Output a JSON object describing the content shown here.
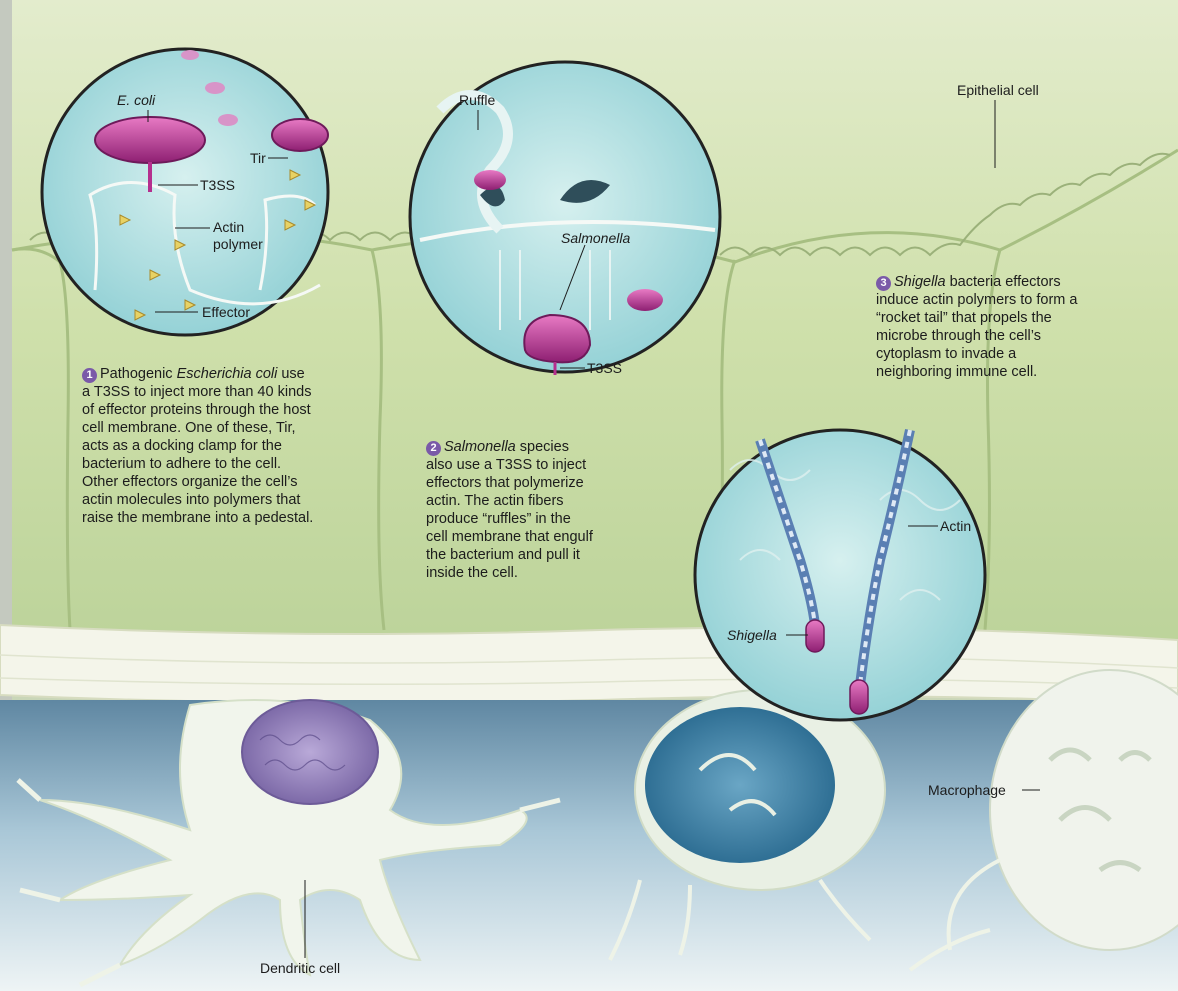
{
  "labels": {
    "ecoli": "E. coli",
    "tir": "Tir",
    "t3ss_1": "T3SS",
    "actin_polymer_line1": "Actin",
    "actin_polymer_line2": "polymer",
    "effector": "Effector",
    "ruffle": "Ruffle",
    "salmonella": "Salmonella",
    "t3ss_2": "T3SS",
    "epithelial_cell": "Epithelial cell",
    "actin": "Actin",
    "shigella": "Shigella",
    "macrophage": "Macrophage",
    "dendritic_cell": "Dendritic cell"
  },
  "steps": [
    {
      "number": "1",
      "italic_lead": "",
      "text_before_italic": "Pathogenic ",
      "italic_term": "Escherichia coli",
      "text": " use a T3SS to inject more than 40 kinds of effector proteins through the host cell membrane. One of these, Tir, acts as a docking clamp for the bacterium to adhere to the cell. Other effectors organize the cell’s actin molecules into polymers that raise the membrane into a pedestal."
    },
    {
      "number": "2",
      "italic_lead": "Salmonella",
      "text": " species also use a T3SS to inject effectors that polymerize actin. The actin fibers produce “ruffles” in the cell membrane that engulf the bacterium and pull it inside the cell."
    },
    {
      "number": "3",
      "italic_lead": "Shigella",
      "text": " bacteria effectors induce actin polymers to form a “rocket tail” that propels the microbe through the cell’s cytoplasm to invade a neighboring immune cell."
    }
  ],
  "colors": {
    "epithelium": "#cfe2ad",
    "basement_membrane": "#f4f5ea",
    "immune_layer": "#b7d0dc",
    "zoom_fill": "#b9e2e4",
    "bacterium": "#b52f8e",
    "step_badge": "#7a5aa8"
  }
}
